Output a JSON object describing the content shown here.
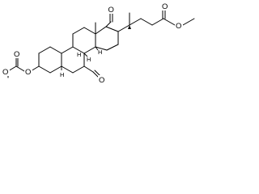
{
  "atoms": {
    "o_ketone_top": "O",
    "o_ester_carbonyl": "O",
    "o_ester_ether": "O",
    "o_ketone_bottom": "O",
    "o_carbonate_carbonyl": "O",
    "o_carbonate_ring": "O",
    "o_carbonate_ethoxy": "O",
    "h_c5": "H",
    "h_c8": "H",
    "h_c9": "H",
    "h_c14": "H"
  },
  "abbreviations": {
    "h_c8_label": "H",
    "h_c9_label": "H"
  }
}
